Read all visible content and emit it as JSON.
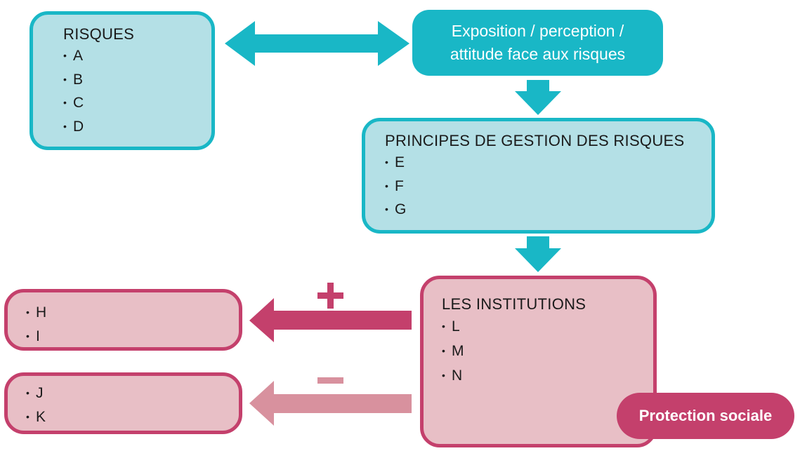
{
  "risques": {
    "title": "RISQUES",
    "items": [
      "A",
      "B",
      "C",
      "D"
    ]
  },
  "exposition": {
    "text": "Exposition / perception /\nattitude face aux risques"
  },
  "principes": {
    "title": "PRINCIPES DE GESTION DES RISQUES",
    "items": [
      "E",
      "F",
      "G"
    ]
  },
  "institutions": {
    "title": "LES INSTITUTIONS",
    "items": [
      "L",
      "M",
      "N"
    ]
  },
  "positive_outcomes": {
    "items": [
      "H",
      "I"
    ]
  },
  "negative_outcomes": {
    "items": [
      "J",
      "K"
    ]
  },
  "protection_sociale": {
    "label": "Protection sociale"
  },
  "signs": {
    "plus": "+",
    "minus": "−"
  },
  "colors": {
    "teal": "#19b7c6",
    "teal_light": "#b4e0e6",
    "magenta": "#c4406c",
    "pink_light": "#e8bfc6",
    "pink_arrow": "#d8919e"
  }
}
